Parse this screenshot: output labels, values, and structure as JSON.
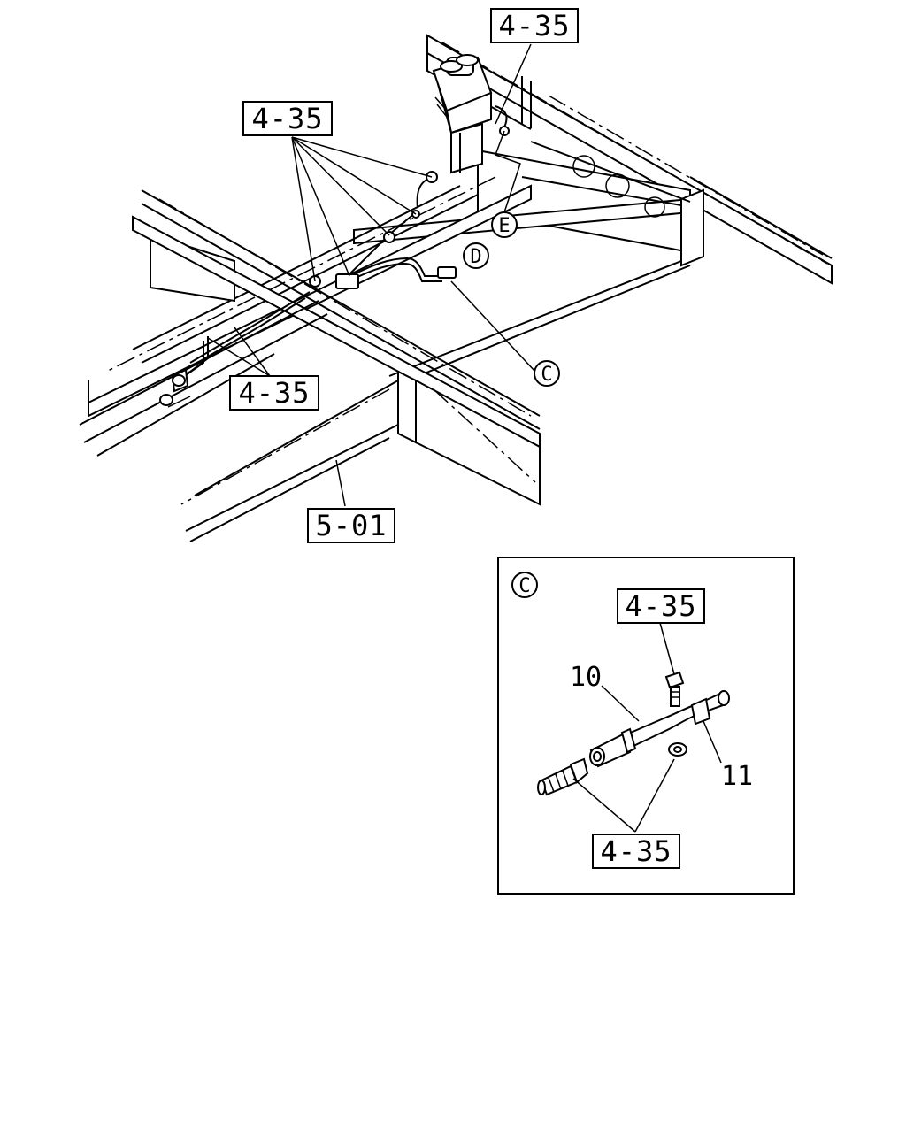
{
  "diagram": {
    "main_view": {
      "callouts": [
        {
          "label": "4-35"
        },
        {
          "label": "4-35"
        },
        {
          "label": "4-35"
        },
        {
          "label": "5-01"
        }
      ],
      "circle_labels": [
        {
          "label": "D"
        },
        {
          "label": "E"
        },
        {
          "label": "C"
        }
      ]
    },
    "detail_c": {
      "title": "C",
      "callouts": [
        {
          "label": "4-35"
        },
        {
          "label": "4-35"
        }
      ],
      "part_numbers": [
        {
          "label": "10"
        },
        {
          "label": "11"
        }
      ]
    }
  }
}
